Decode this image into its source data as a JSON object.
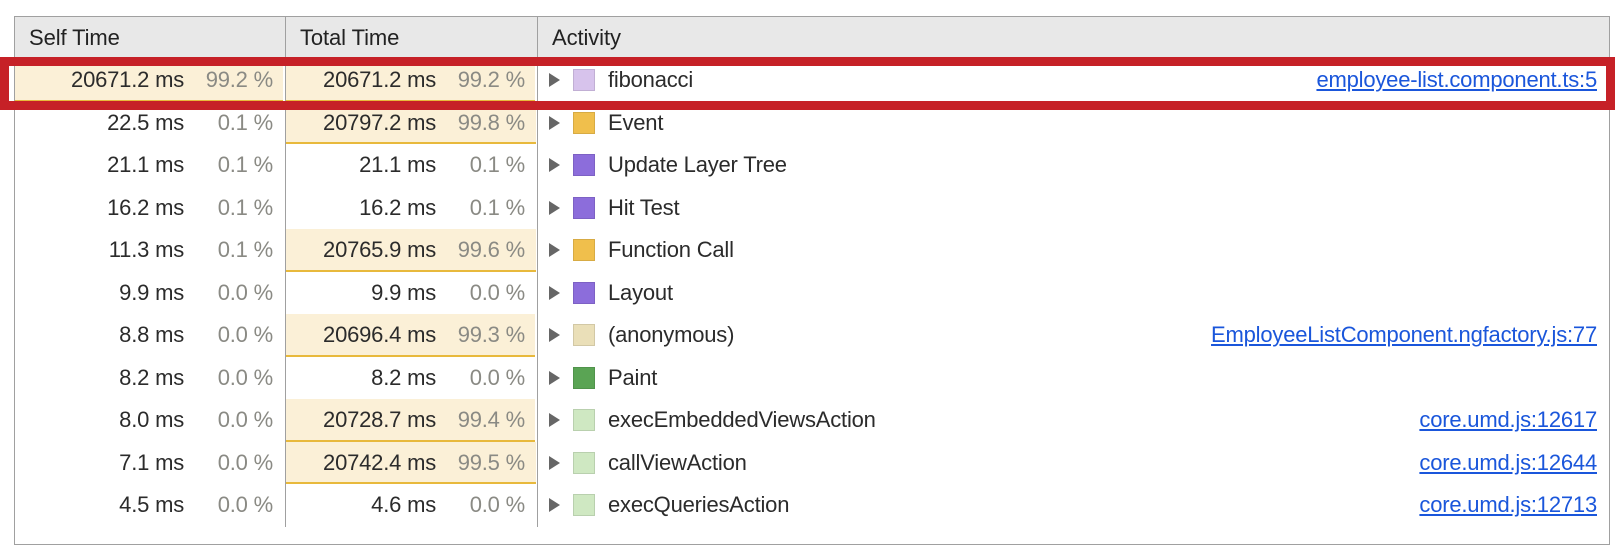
{
  "panel": {
    "name": "bottom-up-performance-table",
    "columns": [
      {
        "key": "self_time",
        "label": "Self Time"
      },
      {
        "key": "total_time",
        "label": "Total Time"
      },
      {
        "key": "activity",
        "label": "Activity"
      }
    ]
  },
  "colors": {
    "fill_bar": "#fbf0d7",
    "fill_bar_border": "#e8b93c",
    "header_bg": "#e8e8e8",
    "grid_border": "#a0a0a0",
    "link": "#1a56db",
    "highlight_rect": "#c62127",
    "percent_text": "#8a8a84",
    "value_text": "#2b2b2b"
  },
  "highlight": {
    "name": "red-annotation-rectangle",
    "target_row_index": 0,
    "color": "#c62127"
  },
  "rows": [
    {
      "self_time_ms": "20671.2 ms",
      "self_time_pct": "99.2 %",
      "self_bar_pct": 99.2,
      "total_time_ms": "20671.2 ms",
      "total_time_pct": "99.2 %",
      "total_bar_pct": 99.2,
      "expand_icon": "expand-triangle-icon",
      "swatch_color": "#d7c3ec",
      "swatch_name": "category-swatch-scripting-light",
      "activity": "fibonacci",
      "source_link": "employee-list.component.ts:5",
      "highlighted": true
    },
    {
      "self_time_ms": "22.5 ms",
      "self_time_pct": "0.1 %",
      "self_bar_pct": 0,
      "total_time_ms": "20797.2 ms",
      "total_time_pct": "99.8 %",
      "total_bar_pct": 99.8,
      "expand_icon": "expand-triangle-icon",
      "swatch_color": "#f0bf4c",
      "swatch_name": "category-swatch-scripting",
      "activity": "Event",
      "source_link": "",
      "highlighted": false
    },
    {
      "self_time_ms": "21.1 ms",
      "self_time_pct": "0.1 %",
      "self_bar_pct": 0,
      "total_time_ms": "21.1 ms",
      "total_time_pct": "0.1 %",
      "total_bar_pct": 0,
      "expand_icon": "expand-triangle-icon",
      "swatch_color": "#8c6ddb",
      "swatch_name": "category-swatch-rendering",
      "activity": "Update Layer Tree",
      "source_link": "",
      "highlighted": false
    },
    {
      "self_time_ms": "16.2 ms",
      "self_time_pct": "0.1 %",
      "self_bar_pct": 0,
      "total_time_ms": "16.2 ms",
      "total_time_pct": "0.1 %",
      "total_bar_pct": 0,
      "expand_icon": "expand-triangle-icon",
      "swatch_color": "#8c6ddb",
      "swatch_name": "category-swatch-rendering",
      "activity": "Hit Test",
      "source_link": "",
      "highlighted": false
    },
    {
      "self_time_ms": "11.3 ms",
      "self_time_pct": "0.1 %",
      "self_bar_pct": 0,
      "total_time_ms": "20765.9 ms",
      "total_time_pct": "99.6 %",
      "total_bar_pct": 99.6,
      "expand_icon": "expand-triangle-icon",
      "swatch_color": "#f0bf4c",
      "swatch_name": "category-swatch-scripting",
      "activity": "Function Call",
      "source_link": "",
      "highlighted": false
    },
    {
      "self_time_ms": "9.9 ms",
      "self_time_pct": "0.0 %",
      "self_bar_pct": 0,
      "total_time_ms": "9.9 ms",
      "total_time_pct": "0.0 %",
      "total_bar_pct": 0,
      "expand_icon": "expand-triangle-icon",
      "swatch_color": "#8c6ddb",
      "swatch_name": "category-swatch-rendering",
      "activity": "Layout",
      "source_link": "",
      "highlighted": false
    },
    {
      "self_time_ms": "8.8 ms",
      "self_time_pct": "0.0 %",
      "self_bar_pct": 0,
      "total_time_ms": "20696.4 ms",
      "total_time_pct": "99.3 %",
      "total_bar_pct": 99.3,
      "expand_icon": "expand-triangle-icon",
      "swatch_color": "#eadfb8",
      "swatch_name": "category-swatch-scripting-pale",
      "activity": "(anonymous)",
      "source_link": "EmployeeListComponent.ngfactory.js:77",
      "highlighted": false
    },
    {
      "self_time_ms": "8.2 ms",
      "self_time_pct": "0.0 %",
      "self_bar_pct": 0,
      "total_time_ms": "8.2 ms",
      "total_time_pct": "0.0 %",
      "total_bar_pct": 0,
      "expand_icon": "expand-triangle-icon",
      "swatch_color": "#5aa454",
      "swatch_name": "category-swatch-painting",
      "activity": "Paint",
      "source_link": "",
      "highlighted": false
    },
    {
      "self_time_ms": "8.0 ms",
      "self_time_pct": "0.0 %",
      "self_bar_pct": 0,
      "total_time_ms": "20728.7 ms",
      "total_time_pct": "99.4 %",
      "total_bar_pct": 99.4,
      "expand_icon": "expand-triangle-icon",
      "swatch_color": "#cfe8c2",
      "swatch_name": "category-swatch-painting-pale",
      "activity": "execEmbeddedViewsAction",
      "source_link": "core.umd.js:12617",
      "highlighted": false
    },
    {
      "self_time_ms": "7.1 ms",
      "self_time_pct": "0.0 %",
      "self_bar_pct": 0,
      "total_time_ms": "20742.4 ms",
      "total_time_pct": "99.5 %",
      "total_bar_pct": 99.5,
      "expand_icon": "expand-triangle-icon",
      "swatch_color": "#cfe8c2",
      "swatch_name": "category-swatch-painting-pale",
      "activity": "callViewAction",
      "source_link": "core.umd.js:12644",
      "highlighted": false
    },
    {
      "self_time_ms": "4.5 ms",
      "self_time_pct": "0.0 %",
      "self_bar_pct": 0,
      "total_time_ms": "4.6 ms",
      "total_time_pct": "0.0 %",
      "total_bar_pct": 0,
      "expand_icon": "expand-triangle-icon",
      "swatch_color": "#cfe8c2",
      "swatch_name": "category-swatch-painting-pale",
      "activity": "execQueriesAction",
      "source_link": "core.umd.js:12713",
      "highlighted": false
    }
  ]
}
